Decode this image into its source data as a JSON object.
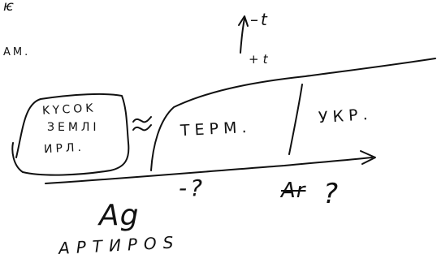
{
  "notes": {
    "top_left": "ѥ",
    "am": "AM.",
    "minus_t": "–t",
    "plus_t": "+t"
  },
  "box": {
    "line1": "KYCOK",
    "line2": "ЗЕМЛІ",
    "line3": "ИРЛ."
  },
  "labels": {
    "term": "ТЕРМ.",
    "ukr": "УКР.",
    "ag_question": "-?",
    "ag": "Ag",
    "ar": "Ar",
    "ar_question": "?",
    "artipos": "АРТИPOS"
  },
  "colors": {
    "ink": "#111111",
    "paper": "#ffffff"
  }
}
